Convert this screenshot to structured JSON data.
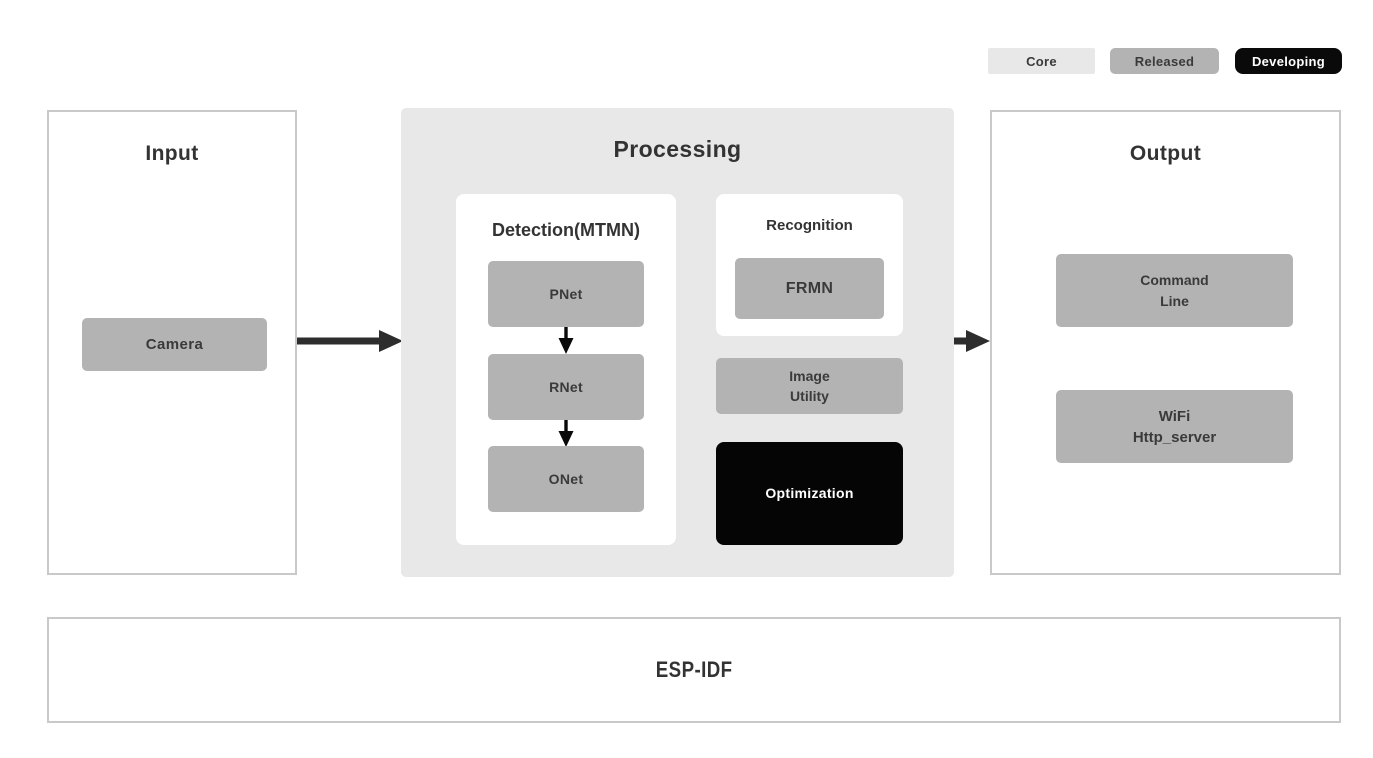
{
  "legend": {
    "items": [
      {
        "label": "Core",
        "status": "core",
        "bg": "#e8e8e8",
        "fg": "#3a3a3a"
      },
      {
        "label": "Released",
        "status": "released",
        "bg": "#b3b3b3",
        "fg": "#3a3a3a"
      },
      {
        "label": "Developing",
        "status": "developing",
        "bg": "#0a0a0a",
        "fg": "#ffffff"
      }
    ]
  },
  "input": {
    "title": "Input",
    "modules": [
      {
        "label": "Camera",
        "status": "released"
      }
    ]
  },
  "processing": {
    "title": "Processing",
    "status": "core",
    "detection": {
      "title": "Detection(MTMN)",
      "nodes": [
        {
          "label": "PNet",
          "status": "released"
        },
        {
          "label": "RNet",
          "status": "released"
        },
        {
          "label": "ONet",
          "status": "released"
        }
      ]
    },
    "recognition": {
      "title": "Recognition",
      "nodes": [
        {
          "label": "FRMN",
          "status": "released"
        }
      ]
    },
    "image_utility": {
      "line1": "Image",
      "line2": "Utility",
      "status": "released"
    },
    "optimization": {
      "label": "Optimization",
      "status": "developing"
    }
  },
  "output": {
    "title": "Output",
    "modules": [
      {
        "line1": "Command",
        "line2": "Line",
        "status": "released"
      },
      {
        "line1": "WiFi",
        "line2": "Http_server",
        "status": "released"
      }
    ]
  },
  "foundation": {
    "title": "ESP-IDF"
  },
  "colors": {
    "core_bg": "#e8e8e8",
    "released_bg": "#b3b3b3",
    "developing_bg": "#0a0a0a",
    "panel_border": "#c9c9c9",
    "text_dark": "#3a3a3a",
    "arrow": "#2d2d2d"
  }
}
